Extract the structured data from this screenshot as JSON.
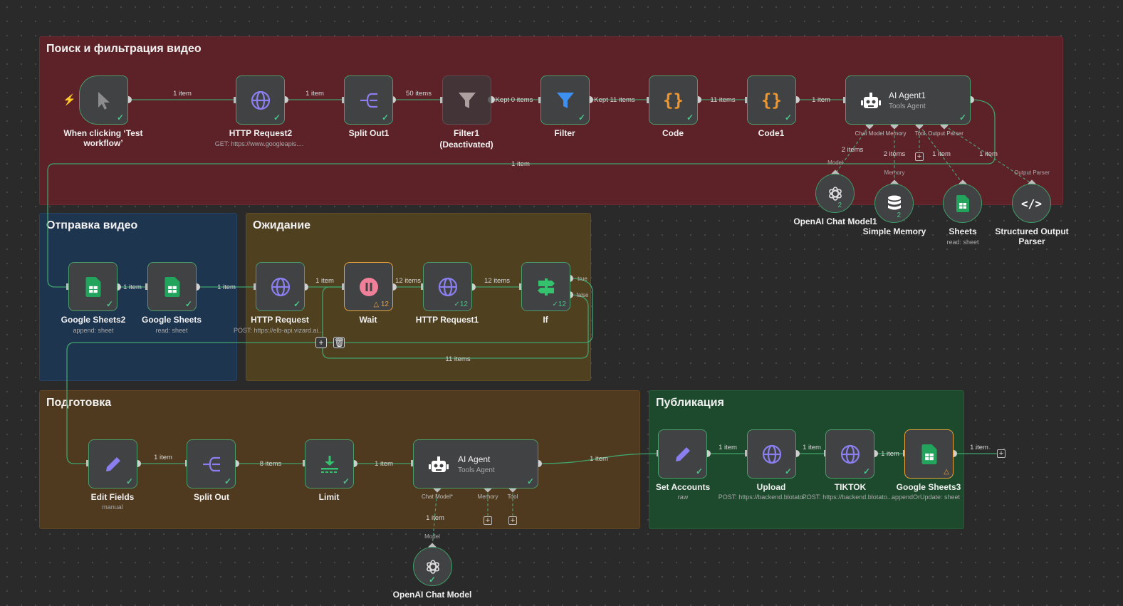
{
  "groups": {
    "search": "Поиск и фильтрация видео",
    "send": "Отправка видео",
    "wait": "Ожидание",
    "prep": "Подготовка",
    "publish": "Публикация"
  },
  "nodes": {
    "trigger": {
      "label": "When clicking ‘Test workflow’"
    },
    "http2": {
      "label": "HTTP Request2",
      "sub": "GET: https://www.googleapis...."
    },
    "split1": {
      "label": "Split Out1"
    },
    "filter1": {
      "label": "Filter1",
      "label2": "(Deactivated)"
    },
    "filter": {
      "label": "Filter"
    },
    "code": {
      "label": "Code"
    },
    "code1": {
      "label": "Code1"
    },
    "agent1": {
      "title": "AI Agent1",
      "sub": "Tools Agent",
      "ports": [
        "Chat Model",
        "Memory",
        "Tool",
        "Output Parser"
      ]
    },
    "openai1": {
      "label": "OpenAI Chat Model1",
      "count": "2"
    },
    "memory": {
      "label": "Simple Memory",
      "count": "2"
    },
    "sheets": {
      "label": "Sheets",
      "sub": "read: sheet"
    },
    "parser": {
      "label": "Structured Output",
      "label2": "Parser"
    },
    "gsheets2": {
      "label": "Google Sheets2",
      "sub": "append: sheet"
    },
    "gsheets": {
      "label": "Google Sheets",
      "sub": "read: sheet"
    },
    "httpreq": {
      "label": "HTTP Request",
      "sub": "POST: https://elb-api.vizard.ai..."
    },
    "wait": {
      "label": "Wait",
      "count": "12"
    },
    "httpreq1": {
      "label": "HTTP Request1",
      "count": "12"
    },
    "if": {
      "label": "If",
      "count": "12",
      "true": "true",
      "false": "false"
    },
    "editfields": {
      "label": "Edit Fields",
      "sub": "manual"
    },
    "splitout": {
      "label": "Split Out"
    },
    "limit": {
      "label": "Limit"
    },
    "agent": {
      "title": "AI Agent",
      "sub": "Tools Agent",
      "ports": [
        "Chat Model*",
        "Memory",
        "Tool"
      ]
    },
    "openai": {
      "label": "OpenAI Chat Model"
    },
    "setaccounts": {
      "label": "Set Accounts",
      "sub": "raw"
    },
    "upload": {
      "label": "Upload",
      "sub": "POST: https://backend.blotato..."
    },
    "tiktok": {
      "label": "TIKTOK",
      "sub": "POST: https://backend.blotato..."
    },
    "gsheets3": {
      "label": "Google Sheets3",
      "sub": "appendOrUpdate: sheet"
    }
  },
  "edges": {
    "e1": "1 item",
    "e2": "1 item",
    "e3": "50 items",
    "e4": "Kept 0 items",
    "e5": "Kept 11 items",
    "e6": "11 items",
    "e7": "1 item",
    "e_back": "1 item",
    "m1": "2 items",
    "m2": "2 items",
    "m3": "1 item",
    "m4": "1 item",
    "model_tag": "Model",
    "memory_tag": "Memory",
    "parser_tag": "Output Parser",
    "s1": "1 item",
    "s2": "1 item",
    "w1": "1 item",
    "w2": "12 items",
    "w3": "12 items",
    "w_loop": "11 items",
    "p1": "1 item",
    "p2": "8 items",
    "p3": "1 item",
    "p4": "1 item",
    "p_model": "1 item",
    "p_model_tag": "Model",
    "u1": "1 item",
    "u2": "1 item",
    "u3": "1 item",
    "u4": "1 item"
  },
  "colors": {
    "accent_green": "#4cc38a",
    "warn": "#e8a33a",
    "edge": "#3fa36c"
  }
}
